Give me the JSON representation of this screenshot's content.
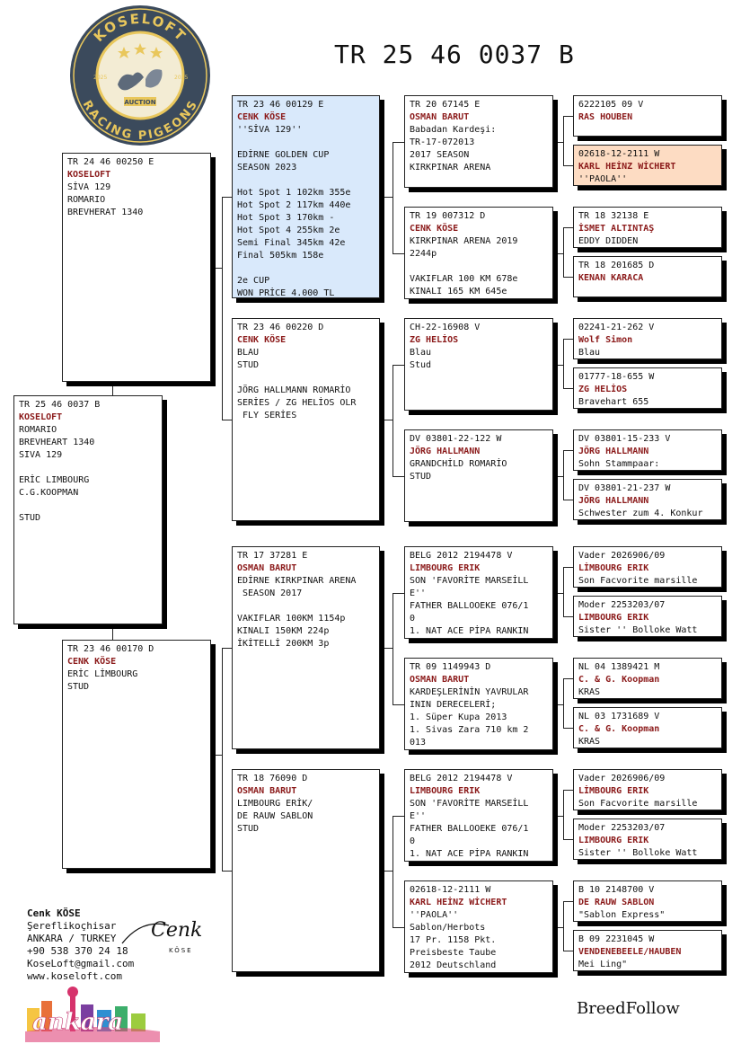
{
  "header": {
    "ring_title": "TR 25 46 0037 B"
  },
  "logo": {
    "top_text": "KOSELOFT",
    "bottom_text": "RACING PIGEONS",
    "ribbon": "AUCTION",
    "year_left": "2025",
    "year_right": "2025",
    "colors": {
      "ring": "#3b4a5c",
      "gold": "#e9c75c",
      "inner": "#f3ecd4"
    }
  },
  "pedigree": [
    {
      "id": "subject",
      "ring": "TR 25 46 0037 B",
      "owner": "KOSELOFT",
      "info": [
        "ROMARIO",
        "BREVHEART 1340",
        "SIVA 129",
        "",
        "ERİC LIMBOURG",
        "C.G.KOOPMAN",
        "",
        "STUD"
      ]
    },
    {
      "id": "sire",
      "ring": "TR 24 46 00250 E",
      "owner": "KOSELOFT",
      "info": [
        "SİVA 129",
        "ROMARIO",
        "BREVHERAT 1340"
      ]
    },
    {
      "id": "dam",
      "ring": "TR 23 46 00170 D",
      "owner": "CENK KÖSE",
      "info": [
        "ERİC LİMBOURG",
        "STUD"
      ]
    },
    {
      "id": "ss",
      "ring": "TR 23 46 00129 E",
      "owner": "CENK KÖSE",
      "info": [
        "''SİVA 129''",
        "",
        "EDİRNE GOLDEN CUP",
        "SEASON 2023",
        "",
        "Hot Spot 1 102km 355e",
        "Hot Spot 2 117km 440e",
        "Hot Spot 3 170km -",
        "Hot Spot 4 255km 2e",
        "Semi Final 345km 42e",
        "Final 505km 158e",
        "",
        "2e CUP",
        "WON PRİCE 4.000 TL"
      ]
    },
    {
      "id": "sd",
      "ring": "TR 23 46 00220 D",
      "owner": "CENK KÖSE",
      "info": [
        "BLAU",
        "STUD",
        "",
        "JÖRG HALLMANN ROMARİO",
        "SERİES / ZG HELİOS OLR",
        " FLY SERİES"
      ]
    },
    {
      "id": "ds",
      "ring": "TR 17 37281 E",
      "owner": "OSMAN BARUT",
      "info": [
        "EDİRNE KIRKPINAR ARENA",
        " SEASON 2017",
        "",
        "VAKIFLAR 100KM 1154p",
        "KINALI 150KM 224p",
        "İKİTELLİ 200KM 3p"
      ]
    },
    {
      "id": "dd",
      "ring": "TR 18 76090 D",
      "owner": "OSMAN BARUT",
      "info": [
        "LIMBOURG ERİK/",
        "DE RAUW SABLON",
        "STUD"
      ]
    },
    {
      "id": "sss",
      "ring": "TR 20 67145 E",
      "owner": "OSMAN BARUT",
      "info": [
        "Babadan Kardeşi:",
        "TR-17-072013",
        "2017 SEASON",
        "KIRKPINAR ARENA"
      ]
    },
    {
      "id": "ssd",
      "ring": "TR 19 007312 D",
      "owner": "CENK KÖSE",
      "info": [
        "KIRKPINAR ARENA 2019",
        "2244p",
        "",
        "VAKIFLAR 100 KM 678e",
        "KINALI 165 KM 645e"
      ]
    },
    {
      "id": "sds",
      "ring": "CH-22-16908 V",
      "owner": "ZG HELİOS",
      "info": [
        "Blau",
        "Stud"
      ]
    },
    {
      "id": "sdd",
      "ring": "DV 03801-22-122 W",
      "owner": "JÖRG HALLMANN",
      "info": [
        "GRANDCHİLD ROMARİO",
        "STUD"
      ]
    },
    {
      "id": "dss",
      "ring": "BELG 2012 2194478 V",
      "owner": "LIMBOURG ERIK",
      "info": [
        "SON 'FAVORİTE MARSEİLL",
        "E''",
        "FATHER BALLOOEKE 076/1",
        "0",
        "1. NAT ACE PİPA RANKIN"
      ]
    },
    {
      "id": "dsd",
      "ring": "TR 09 1149943 D",
      "owner": "OSMAN BARUT",
      "info": [
        "KARDEŞLERİNİN YAVRULAR",
        "ININ DERECELERİ;",
        "1. Süper Kupa 2013",
        "1. Sivas Zara 710 km 2",
        "013"
      ]
    },
    {
      "id": "dds",
      "ring": "BELG 2012 2194478 V",
      "owner": "LIMBOURG ERIK",
      "info": [
        "SON 'FAVORİTE MARSEİLL",
        "E''",
        "FATHER BALLOOEKE 076/1",
        "0",
        "1. NAT ACE PİPA RANKIN"
      ]
    },
    {
      "id": "ddd",
      "ring": "02618-12-2111 W",
      "owner": "KARL HEİNZ WİCHERT",
      "info": [
        "''PAOLA''",
        "Sablon/Herbots",
        "17 Pr. 1158 Pkt.",
        "Preisbeste Taube",
        "2012 Deutschland"
      ]
    },
    {
      "id": "ssss",
      "ring": "6222105 09 V",
      "owner": "RAS HOUBEN",
      "info": []
    },
    {
      "id": "sssd",
      "ring": "02618-12-2111 W",
      "owner": "KARL HEİNZ WİCHERT",
      "info": [
        "''PAOLA''"
      ]
    },
    {
      "id": "ssds",
      "ring": "TR 18 32138 E",
      "owner": "İSMET ALTINTAŞ",
      "info": [
        "EDDY DIDDEN"
      ]
    },
    {
      "id": "ssdd",
      "ring": "TR 18 201685 D",
      "owner": "KENAN KARACA",
      "info": []
    },
    {
      "id": "sdss",
      "ring": "02241-21-262 V",
      "owner": "Wolf Simon",
      "info": [
        "Blau"
      ]
    },
    {
      "id": "sdsd",
      "ring": "01777-18-655 W",
      "owner": "ZG HELİOS",
      "info": [
        "Bravehart 655"
      ]
    },
    {
      "id": "sdds",
      "ring": "DV 03801-15-233 V",
      "owner": "JÖRG HALLMANN",
      "info": [
        "Sohn Stammpaar:"
      ]
    },
    {
      "id": "sddd",
      "ring": "DV 03801-21-237 W",
      "owner": "JÖRG HALLMANN",
      "info": [
        "Schwester zum 4. Konkur"
      ]
    },
    {
      "id": "dsss",
      "ring": "Vader 2026906/09",
      "owner": "LİMBOURG ERIK",
      "info": [
        "Son Facvorite marsille"
      ]
    },
    {
      "id": "dssd",
      "ring": "Moder 2253203/07",
      "owner": "LIMBOURG ERIK",
      "info": [
        "Sister '' Bolloke Watt"
      ]
    },
    {
      "id": "dsds",
      "ring": "NL 04 1389421 M",
      "owner": "C. & G. Koopman",
      "info": [
        "KRAS"
      ]
    },
    {
      "id": "dsdd",
      "ring": "NL 03 1731689 V",
      "owner": "C. & G. Koopman",
      "info": [
        "KRAS"
      ]
    },
    {
      "id": "ddss",
      "ring": "Vader 2026906/09",
      "owner": "LİMBOURG ERIK",
      "info": [
        "Son Facvorite marsille"
      ]
    },
    {
      "id": "ddsd",
      "ring": "Moder 2253203/07",
      "owner": "LIMBOURG ERIK",
      "info": [
        "Sister '' Bolloke Watt"
      ]
    },
    {
      "id": "ddds",
      "ring": "B 10 2148700 V",
      "owner": "DE RAUW SABLON",
      "info": [
        "\"Sablon Express\""
      ]
    },
    {
      "id": "dddd",
      "ring": "B 09 2231045 W",
      "owner": "VENDENEBEELE/HAUBEN",
      "info": [
        "Mei Ling\""
      ]
    }
  ],
  "contact": {
    "name": "Cenk KÖSE",
    "lines": [
      "Şereflikoçhisar",
      "ANKARA / TURKEY",
      "+90 538 370 24 18",
      "KoseLoft@gmail.com",
      "www.koseloft.com"
    ]
  },
  "signature": {
    "text": "Cenk",
    "subtext": "KÖSE"
  },
  "city_logo": {
    "text": "ankara"
  },
  "footer": {
    "brand": "BreedFollow"
  }
}
